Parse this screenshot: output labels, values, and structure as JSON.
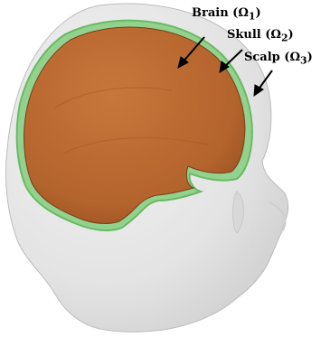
{
  "labels": {
    "brain": {
      "name": "Brain",
      "symbol": "Ω",
      "subscript": "1"
    },
    "skull": {
      "name": "Skull",
      "symbol": "Ω",
      "subscript": "2"
    },
    "scalp": {
      "name": "Scalp",
      "symbol": "Ω",
      "subscript": "3"
    }
  },
  "colors": {
    "scalp": "#e6e6e6",
    "skull": "#8fd18a",
    "brain": "#b8672e",
    "arrow": "#000000"
  }
}
